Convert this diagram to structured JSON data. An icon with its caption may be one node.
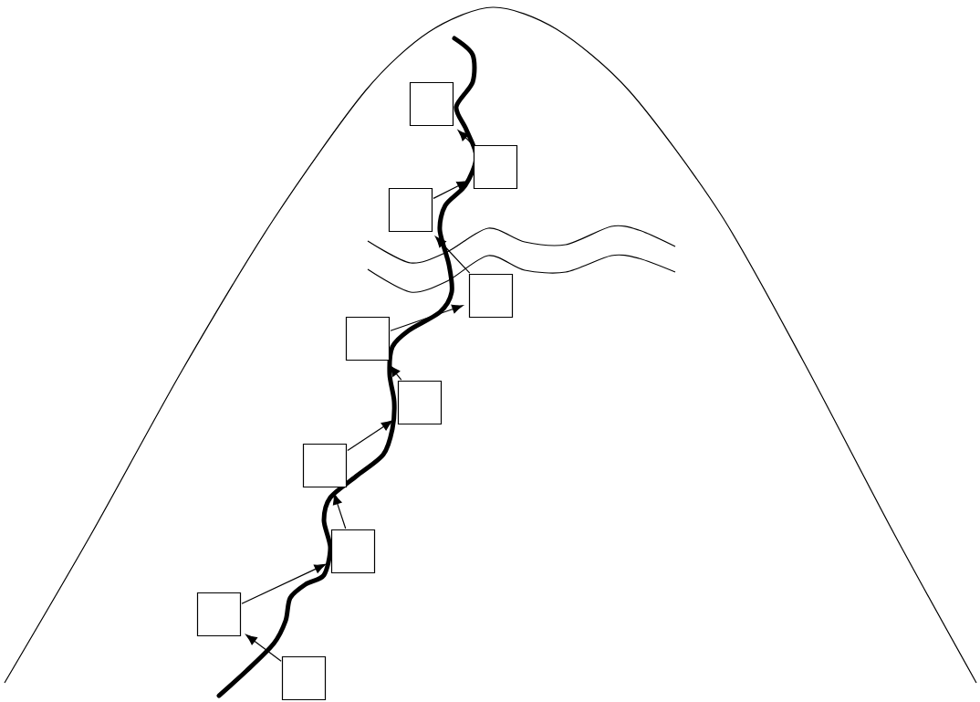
{
  "diagram": {
    "nodes": [
      {
        "text": [],
        "shape": "box"
      },
      {
        "text": [],
        "shape": "box"
      },
      {
        "text": [],
        "shape": "box"
      },
      {
        "text": [],
        "shape": "box"
      },
      {
        "text": [],
        "shape": "box"
      },
      {
        "text": [],
        "shape": "box"
      },
      {
        "text": [],
        "shape": "box"
      },
      {
        "text": [],
        "shape": "box"
      },
      {
        "text": [],
        "shape": "box"
      },
      {
        "text": [],
        "shape": "box"
      }
    ],
    "edges": [
      {
        "from": 9,
        "to": 8,
        "arrow": "to"
      },
      {
        "from": 8,
        "to": 7,
        "arrow": "to"
      },
      {
        "from": 7,
        "to": 6,
        "arrow": "to"
      },
      {
        "from": 6,
        "to": 5,
        "arrow": "to"
      },
      {
        "from": 5,
        "to": 4,
        "arrow": "to"
      },
      {
        "from": 4,
        "to": 3,
        "arrow": "to"
      },
      {
        "from": 3,
        "to": 2,
        "arrow": "to"
      },
      {
        "from": 2,
        "to": 1,
        "arrow": "to"
      },
      {
        "from": 1,
        "to": 0,
        "arrow": "to"
      }
    ]
  }
}
